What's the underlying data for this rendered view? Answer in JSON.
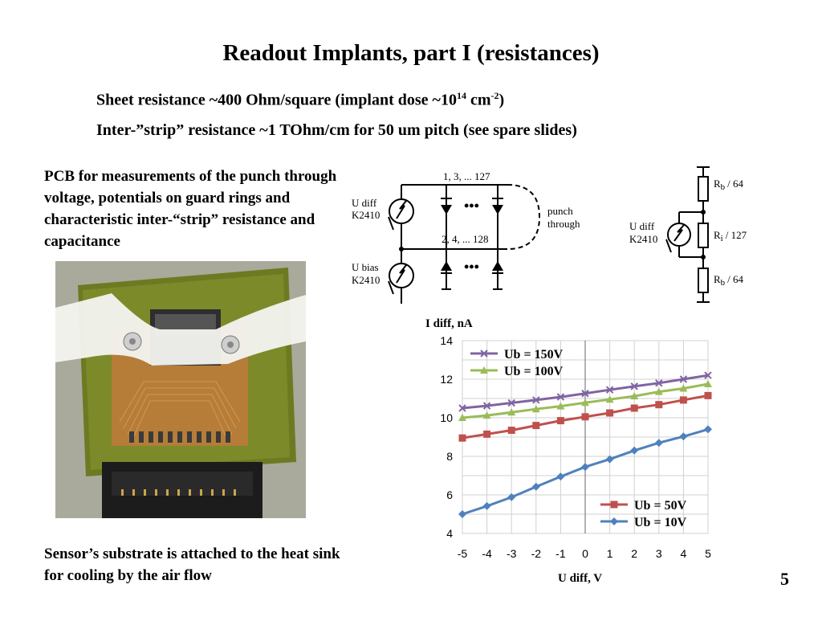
{
  "slide": {
    "title": "Readout Implants, part I (resistances)",
    "line1": {
      "pre": "Sheet resistance ~400 Ohm/square (implant dose ~10",
      "sup1": "14",
      "mid": " cm",
      "sup2": "-2",
      "post": ")"
    },
    "line2": "Inter-”strip” resistance ~1 TOhm/cm for 50 um pitch (see spare slides)",
    "pcb_text": "PCB for measurements of the punch through voltage, potentials on guard rings and characteristic inter-“strip” resistance and capacitance",
    "caption": "Sensor’s substrate is attached to the heat sink for cooling by the air flow",
    "page_number": "5"
  },
  "circuit": {
    "udiff": "U diff",
    "k2410": "K2410",
    "ubias": "U bias",
    "strips_odd": "1, 3,  ...  127",
    "strips_even": "2, 4,  ...  128",
    "dots": "•••",
    "punch": "punch",
    "through": "through",
    "rb_top": "R",
    "rb_top_sub": "b",
    "rb_top_val": "/ 64",
    "ri": "R",
    "ri_sub": "i",
    "ri_val": "/ 127",
    "rb_bot": "R",
    "rb_bot_sub": "b",
    "rb_bot_val": "/ 64"
  },
  "chart_data": {
    "type": "line",
    "ylabel": "I diff, nA",
    "xlabel": "U diff, V",
    "x": [
      -5,
      -4,
      -3,
      -2,
      -1,
      0,
      1,
      2,
      3,
      4,
      5
    ],
    "xlim": [
      -5,
      5
    ],
    "ylim": [
      4,
      14
    ],
    "yticks": [
      4,
      6,
      8,
      10,
      12,
      14
    ],
    "grid": true,
    "series": [
      {
        "name": "Ub = 150V",
        "color": "#8064a2",
        "marker": "x",
        "values": [
          10.5,
          10.62,
          10.77,
          10.92,
          11.08,
          11.26,
          11.45,
          11.63,
          11.8,
          12.0,
          12.2
        ]
      },
      {
        "name": "Ub = 100V",
        "color": "#9bbb59",
        "marker": "triangle",
        "values": [
          10.0,
          10.12,
          10.28,
          10.45,
          10.6,
          10.78,
          10.95,
          11.12,
          11.35,
          11.52,
          11.75
        ]
      },
      {
        "name": "Ub = 50V",
        "color": "#c0504d",
        "marker": "square",
        "values": [
          8.95,
          9.15,
          9.35,
          9.6,
          9.85,
          10.05,
          10.25,
          10.5,
          10.68,
          10.92,
          11.15
        ]
      },
      {
        "name": "Ub = 10V",
        "color": "#4f81bd",
        "marker": "diamond",
        "values": [
          5.0,
          5.42,
          5.88,
          6.42,
          6.95,
          7.45,
          7.85,
          8.3,
          8.7,
          9.03,
          9.4
        ]
      }
    ],
    "legend_top": [
      "Ub = 150V",
      "Ub = 100V"
    ],
    "legend_bottom": [
      "Ub = 50V",
      "Ub = 10V"
    ]
  }
}
